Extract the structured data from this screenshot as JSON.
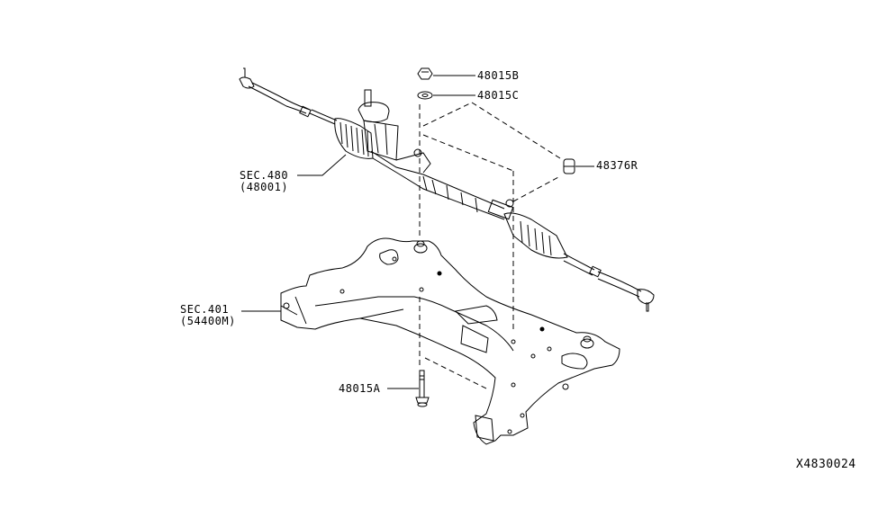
{
  "diagram": {
    "title": "Steering gear and front suspension member",
    "diagram_id": "X4830024",
    "callouts": [
      {
        "id": "48015B",
        "label": "48015B"
      },
      {
        "id": "48015C",
        "label": "48015C"
      },
      {
        "id": "48376R",
        "label": "48376R"
      },
      {
        "id": "sec480",
        "label": "SEC.480",
        "sub": "(48001)"
      },
      {
        "id": "sec401",
        "label": "SEC.401",
        "sub": "(54400M)"
      },
      {
        "id": "48015A",
        "label": "48015A"
      }
    ]
  }
}
